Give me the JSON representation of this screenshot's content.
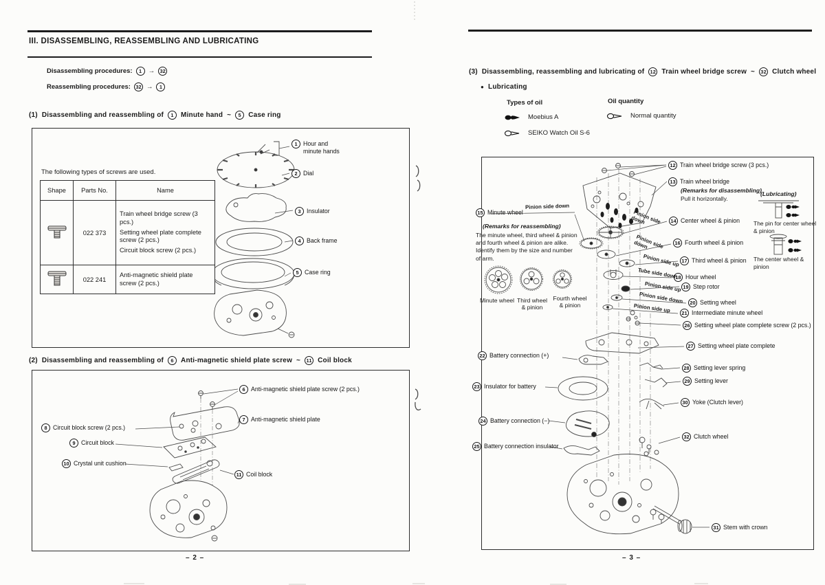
{
  "page2": {
    "title": "III.  DISASSEMBLING, REASSEMBLING AND LUBRICATING",
    "procedures": {
      "disassembling_label": "Disassembling procedures:",
      "reassembling_label": "Reassembling procedures:",
      "arrow": "→",
      "disassembling_from": "1",
      "disassembling_to": "32",
      "reassembling_from": "32",
      "reassembling_to": "1"
    },
    "section1": {
      "index": "(1)",
      "verb": "Disassembling and reassembling of",
      "from_num": "1",
      "from_label": "Minute hand",
      "tilde": "~",
      "to_num": "5",
      "to_label": "Case ring"
    },
    "screw_table": {
      "intro": "The following types of screws are used.",
      "headers": [
        "Shape",
        "Parts No.",
        "Name"
      ],
      "rows": [
        {
          "parts_no": "022 373",
          "names": [
            "Train wheel bridge screw (3 pcs.)",
            "Setting wheel plate complete screw (2 pcs.)",
            "Circuit block screw (2 pcs.)"
          ]
        },
        {
          "parts_no": "022 241",
          "names": [
            "Anti-magnetic shield plate screw (2 pcs.)"
          ]
        }
      ]
    },
    "diagram1_labels": [
      {
        "num": "1",
        "text": "Hour and minute hands"
      },
      {
        "num": "2",
        "text": "Dial"
      },
      {
        "num": "3",
        "text": "Insulator"
      },
      {
        "num": "4",
        "text": "Back frame"
      },
      {
        "num": "5",
        "text": "Case ring"
      }
    ],
    "section2": {
      "index": "(2)",
      "verb": "Disassembling and reassembling of",
      "from_num": "6",
      "from_label": "Anti-magnetic shield plate screw",
      "tilde": "~",
      "to_num": "11",
      "to_label": "Coil block"
    },
    "diagram2_labels": [
      {
        "num": "6",
        "text": "Anti-magnetic shield plate screw (2 pcs.)"
      },
      {
        "num": "7",
        "text": "Anti-magnetic shield plate"
      },
      {
        "num": "8",
        "text": "Circuit block screw (2 pcs.)"
      },
      {
        "num": "9",
        "text": "Circuit block"
      },
      {
        "num": "10",
        "text": "Crystal unit cushion"
      },
      {
        "num": "11",
        "text": "Coil block"
      }
    ],
    "page_number": "– 2 –"
  },
  "page3": {
    "section3": {
      "index": "(3)",
      "verb": "Disassembling, reassembling and lubricating of",
      "from_num": "12",
      "from_label": "Train wheel bridge screw",
      "tilde": "~",
      "to_num": "32",
      "to_label": "Clutch wheel"
    },
    "lubricating": {
      "bullet": "●",
      "heading": "Lubricating",
      "types_header": "Types of oil",
      "quantity_header": "Oil quantity",
      "oil1": "Moebius A",
      "quantity1": "Normal quantity",
      "oil2": "SEIKO Watch Oil S-6"
    },
    "diagram3_labels": [
      {
        "num": "12",
        "text": "Train wheel bridge screw (3 pcs.)"
      },
      {
        "num": "13",
        "text": "Train wheel bridge"
      },
      {
        "num": "14",
        "text": "Center wheel & pinion"
      },
      {
        "num": "15",
        "text": "Minute wheel"
      },
      {
        "num": "16",
        "text": "Fourth wheel & pinion"
      },
      {
        "num": "17",
        "text": "Third wheel & pinion"
      },
      {
        "num": "18",
        "text": "Hour wheel"
      },
      {
        "num": "19",
        "text": "Step rotor"
      },
      {
        "num": "20",
        "text": "Setting wheel"
      },
      {
        "num": "21",
        "text": "Intermediate minute wheel"
      },
      {
        "num": "26",
        "text": "Setting wheel plate complete screw (2 pcs.)"
      },
      {
        "num": "27",
        "text": "Setting wheel plate complete"
      },
      {
        "num": "22",
        "text": "Battery connection (+)"
      },
      {
        "num": "23",
        "text": "Insulator for battery"
      },
      {
        "num": "24",
        "text": "Battery connection (−)"
      },
      {
        "num": "25",
        "text": "Battery connection insulator"
      },
      {
        "num": "28",
        "text": "Setting lever spring"
      },
      {
        "num": "29",
        "text": "Setting lever"
      },
      {
        "num": "30",
        "text": "Yoke (Clutch lever)"
      },
      {
        "num": "32",
        "text": "Clutch wheel"
      },
      {
        "num": "31",
        "text": "Stem with crown"
      }
    ],
    "remarks_disassembling": {
      "title": "(Remarks for disassembling)",
      "body": "Pull it horizontally."
    },
    "remarks_reassembling": {
      "title": "(Remarks for reassembling)",
      "body": "The minute wheel, third wheel & pinion and fourth wheel & pinion are alike.  Identify them by the size and number of arm."
    },
    "annotations": [
      "Pinion side down",
      "Pinion side down",
      "Pinion side down",
      "Pinion side up",
      "Tube side down",
      "Pinion side up",
      "Pinion side down",
      "Pinion side up"
    ],
    "gear_captions": [
      "Minute wheel",
      "Third wheel & pinion",
      "Fourth wheel & pinion"
    ],
    "lubricating_box": {
      "title": "(Lubricating)",
      "item1": "The pin for center wheel & pinion",
      "item2": "The center wheel & pinion"
    },
    "page_number": "– 3 –"
  }
}
